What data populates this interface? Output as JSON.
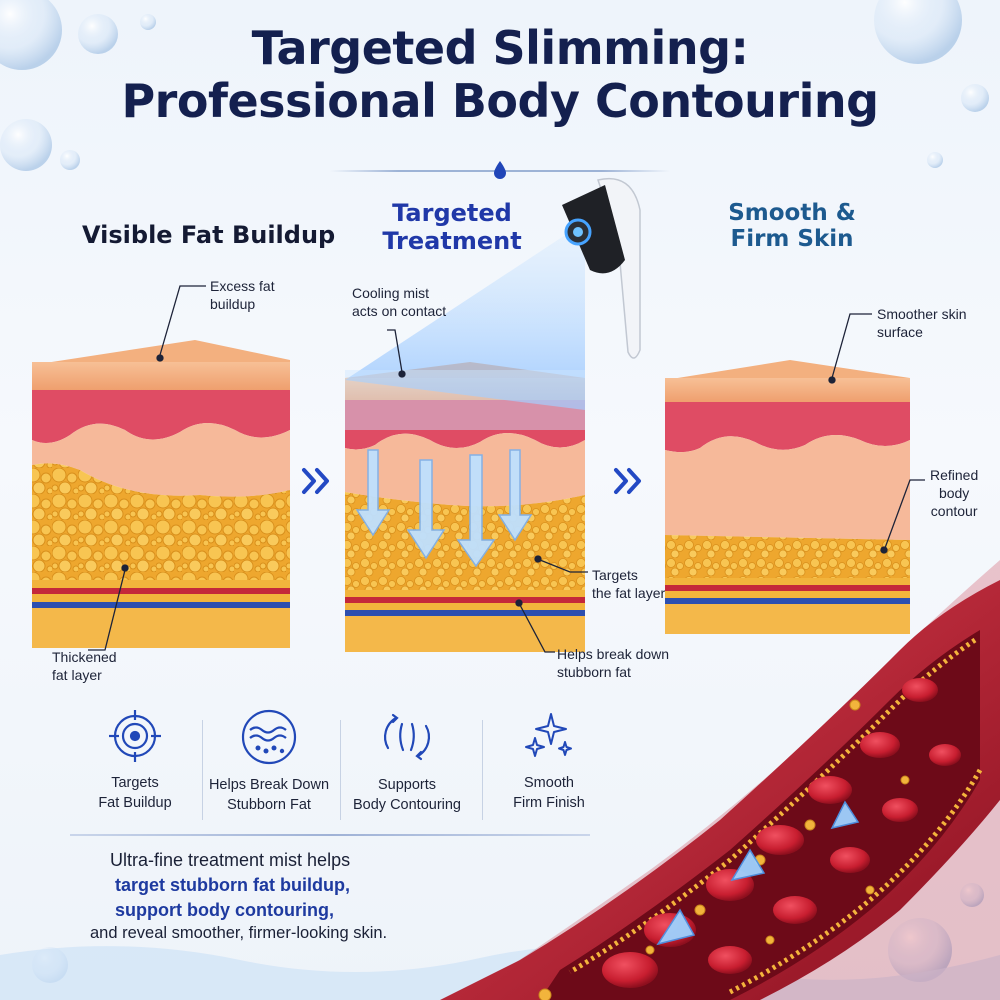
{
  "title": {
    "line1": "Targeted Slimming:",
    "line2": "Professional Body Contouring"
  },
  "columns": [
    {
      "heading": "Visible Fat Buildup"
    },
    {
      "heading_line1": "Targeted",
      "heading_line2": "Treatment"
    },
    {
      "heading_line1": "Smooth &",
      "heading_line2": "Firm Skin"
    }
  ],
  "callouts": {
    "excess_fat": [
      "Excess fat",
      "buildup"
    ],
    "thickened": [
      "Thickened",
      "fat layer"
    ],
    "cooling_mist": [
      "Cooling mist",
      "acts on contact"
    ],
    "targets_fat": [
      "Targets",
      "the fat layer"
    ],
    "breaks_down": [
      "Helps break down",
      "stubborn fat"
    ],
    "smoother_skin": [
      "Smoother skin",
      "surface"
    ],
    "refined": [
      "Refined",
      "body",
      "contour"
    ]
  },
  "features": [
    {
      "icon": "target-icon",
      "line1": "Targets",
      "line2": "Fat Buildup"
    },
    {
      "icon": "fat-layer-icon",
      "line1": "Helps Break Down",
      "line2": "Stubborn Fat"
    },
    {
      "icon": "body-contour-icon",
      "line1": "Supports",
      "line2": "Body Contouring"
    },
    {
      "icon": "sparkle-icon",
      "line1": "Smooth",
      "line2": "Firm Finish"
    }
  ],
  "copy": {
    "line1": "Ultra-fine treatment mist helps",
    "line2": "target stubborn fat buildup,",
    "line3": "support body contouring,",
    "line4": "and reveal smoother, firmer-looking skin."
  },
  "colors": {
    "title": "#14204f",
    "accent_blue": "#2038a8",
    "skin_top": "#f1a776",
    "dermis_red": "#e0506a",
    "fat_yellow": "#f2b43c",
    "vessel_red": "#b81c2c"
  }
}
